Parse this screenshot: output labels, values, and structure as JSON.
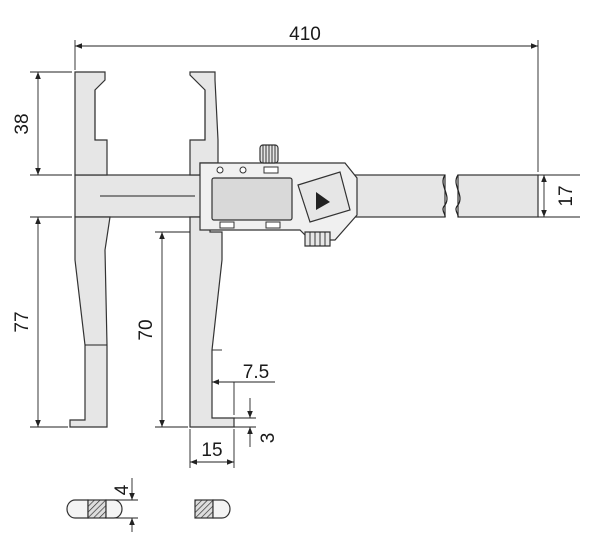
{
  "dimensions": {
    "overall_length": "410",
    "jaw_upper_length": "38",
    "beam_height": "17",
    "jaw_fixed_length": "77",
    "jaw_movable_length": "70",
    "tip_width": "7.5",
    "tip_depth": "3",
    "jaw_width": "15",
    "jaw_thickness": "4"
  },
  "colors": {
    "body": "#e6e6e6",
    "outline": "#333333",
    "display": "#d9d9d9"
  },
  "icons": {
    "display_button": "play-triangle-icon"
  }
}
